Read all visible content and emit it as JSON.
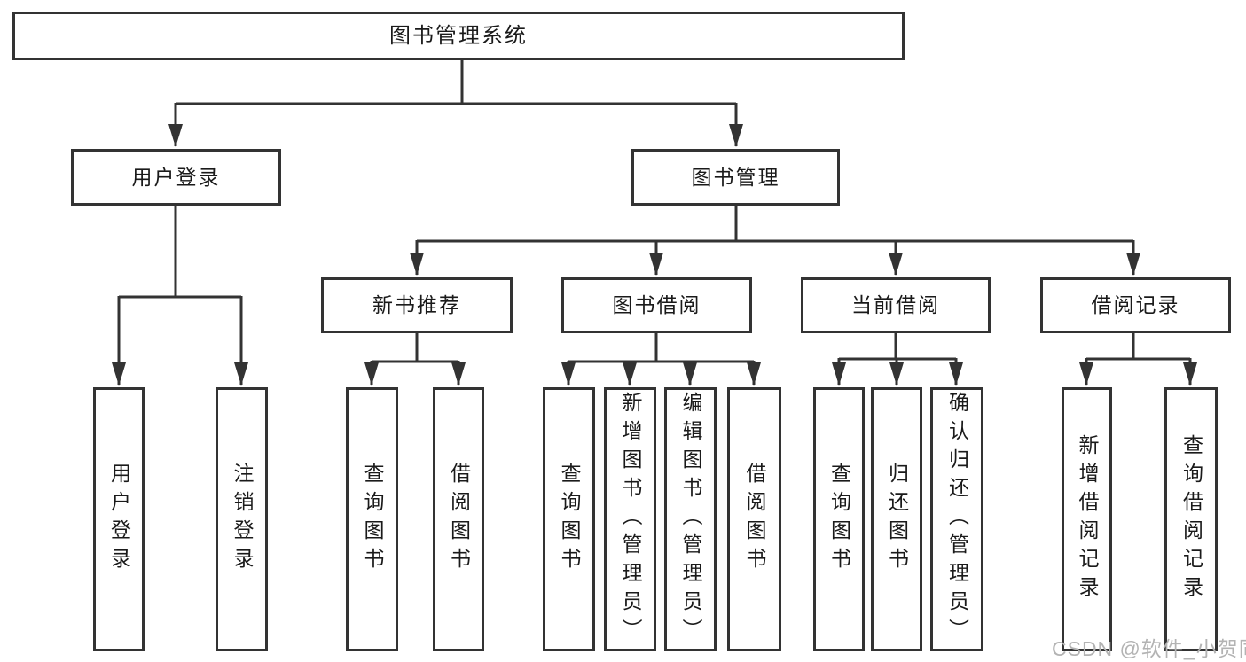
{
  "tree": {
    "root": {
      "label": "图书管理系统",
      "children": [
        {
          "label": "用户登录",
          "children": [
            {
              "label": "用户登录"
            },
            {
              "label": "注销登录"
            }
          ]
        },
        {
          "label": "图书管理",
          "children": [
            {
              "label": "新书推荐",
              "children": [
                {
                  "label": "查询图书"
                },
                {
                  "label": "借阅图书"
                }
              ]
            },
            {
              "label": "图书借阅",
              "children": [
                {
                  "label": "查询图书"
                },
                {
                  "label": "新增图书（管理员）"
                },
                {
                  "label": "编辑图书（管理员）"
                },
                {
                  "label": "借阅图书"
                }
              ]
            },
            {
              "label": "当前借阅",
              "children": [
                {
                  "label": "查询图书"
                },
                {
                  "label": "归还图书"
                },
                {
                  "label": "确认归还（管理员）"
                }
              ]
            },
            {
              "label": "借阅记录",
              "children": [
                {
                  "label": "新增借阅记录"
                },
                {
                  "label": "查询借阅记录"
                }
              ]
            }
          ]
        }
      ]
    }
  },
  "watermark": {
    "text": "CSDN @软件_小贺同学"
  },
  "colors": {
    "line": "#333333",
    "box_border": "#333333",
    "box_fill": "#ffffff",
    "text": "#1a1a1a",
    "watermark": "#b3b3b3",
    "background": "#ffffff"
  }
}
